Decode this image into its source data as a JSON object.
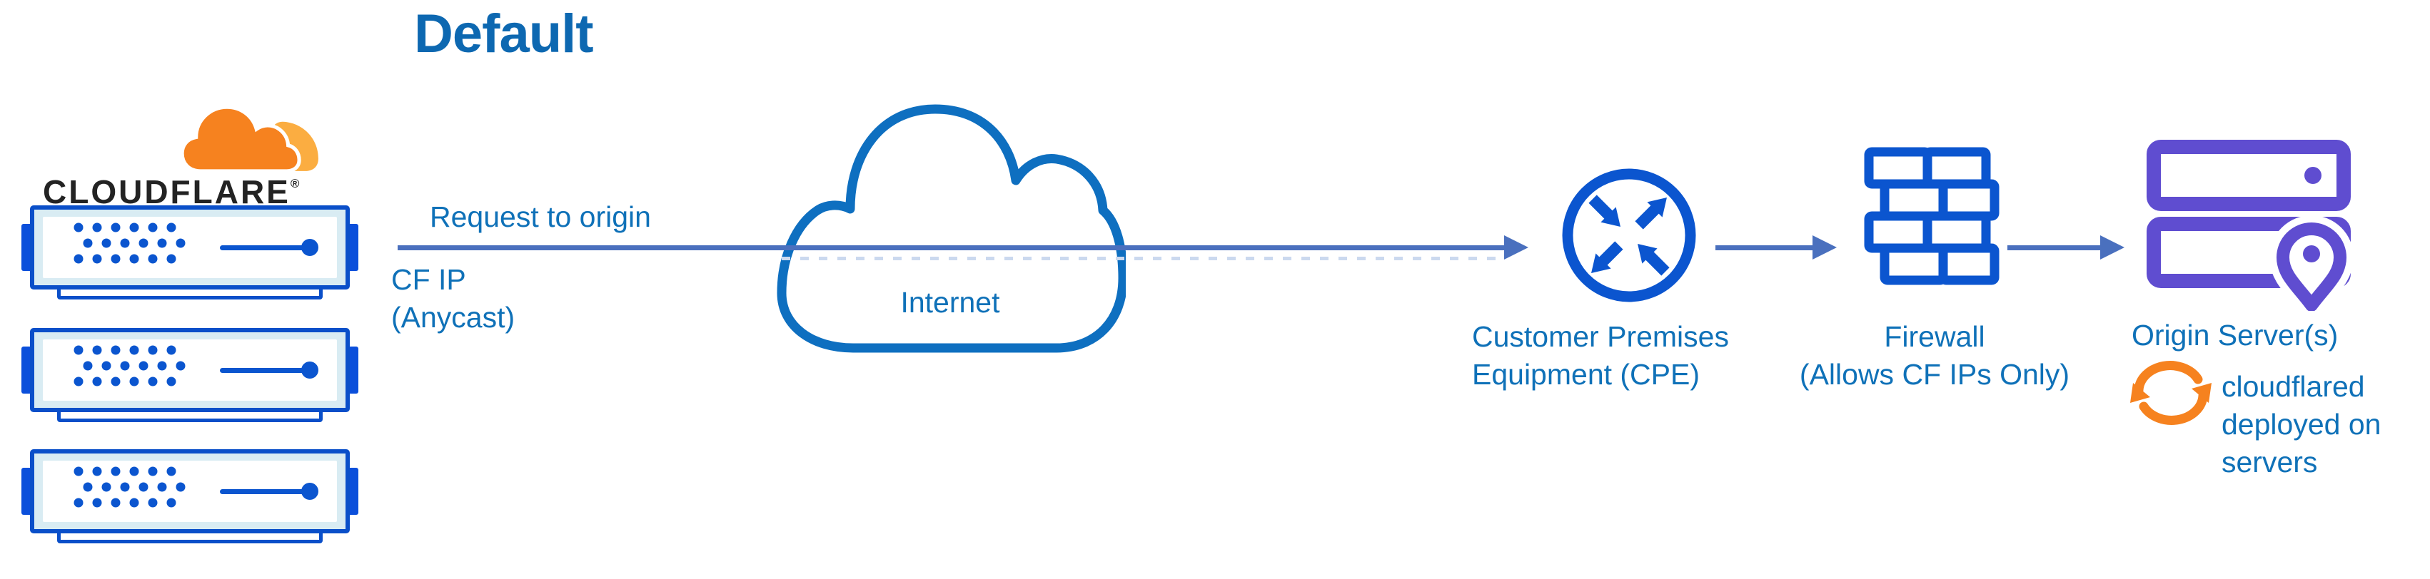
{
  "title": "Default",
  "cloudflare": {
    "wordmark": "CLOUDFLARE",
    "registered": "®"
  },
  "flow": {
    "request_label": "Request to origin",
    "cf_ip_line1": "CF IP",
    "cf_ip_line2": "(Anycast)",
    "internet_label": "Internet",
    "cpe_label_line1": "Customer Premises",
    "cpe_label_line2": "Equipment (CPE)",
    "firewall_label_line1": "Firewall",
    "firewall_label_line2": "(Allows CF IPs Only)",
    "origin_label": "Origin Server(s)",
    "cloudflared_line1": "cloudflared",
    "cloudflared_line2": "deployed on",
    "cloudflared_line3": "servers"
  },
  "icons": {
    "cloudflare_logo": "cloudflare-cloud-logo",
    "server_rack": "server-rack-icon",
    "internet_cloud": "cloud-icon",
    "cpe": "router-crossed-arrows-icon",
    "firewall": "brick-wall-icon",
    "origin": "server-stack-icon",
    "origin_pin": "location-pin-icon",
    "cloudflared": "sync-arrows-icon"
  },
  "colors": {
    "title_blue": "#0d68b1",
    "label_blue": "#0f71b8",
    "icon_blue": "#0b55cf",
    "rack_border_blue": "#0a4fc9",
    "rack_pale_cyan": "#d9ecf3",
    "cloud_stroke_blue": "#0e6fc0",
    "connector_blue": "#4a70be",
    "ghost_dash_blue": "#cbd9ef",
    "origin_purple": "#5f4dd0",
    "cloudflare_orange": "#f6821f",
    "cloudflare_orange_light": "#fbad41",
    "wordmark_dark": "#232323"
  }
}
